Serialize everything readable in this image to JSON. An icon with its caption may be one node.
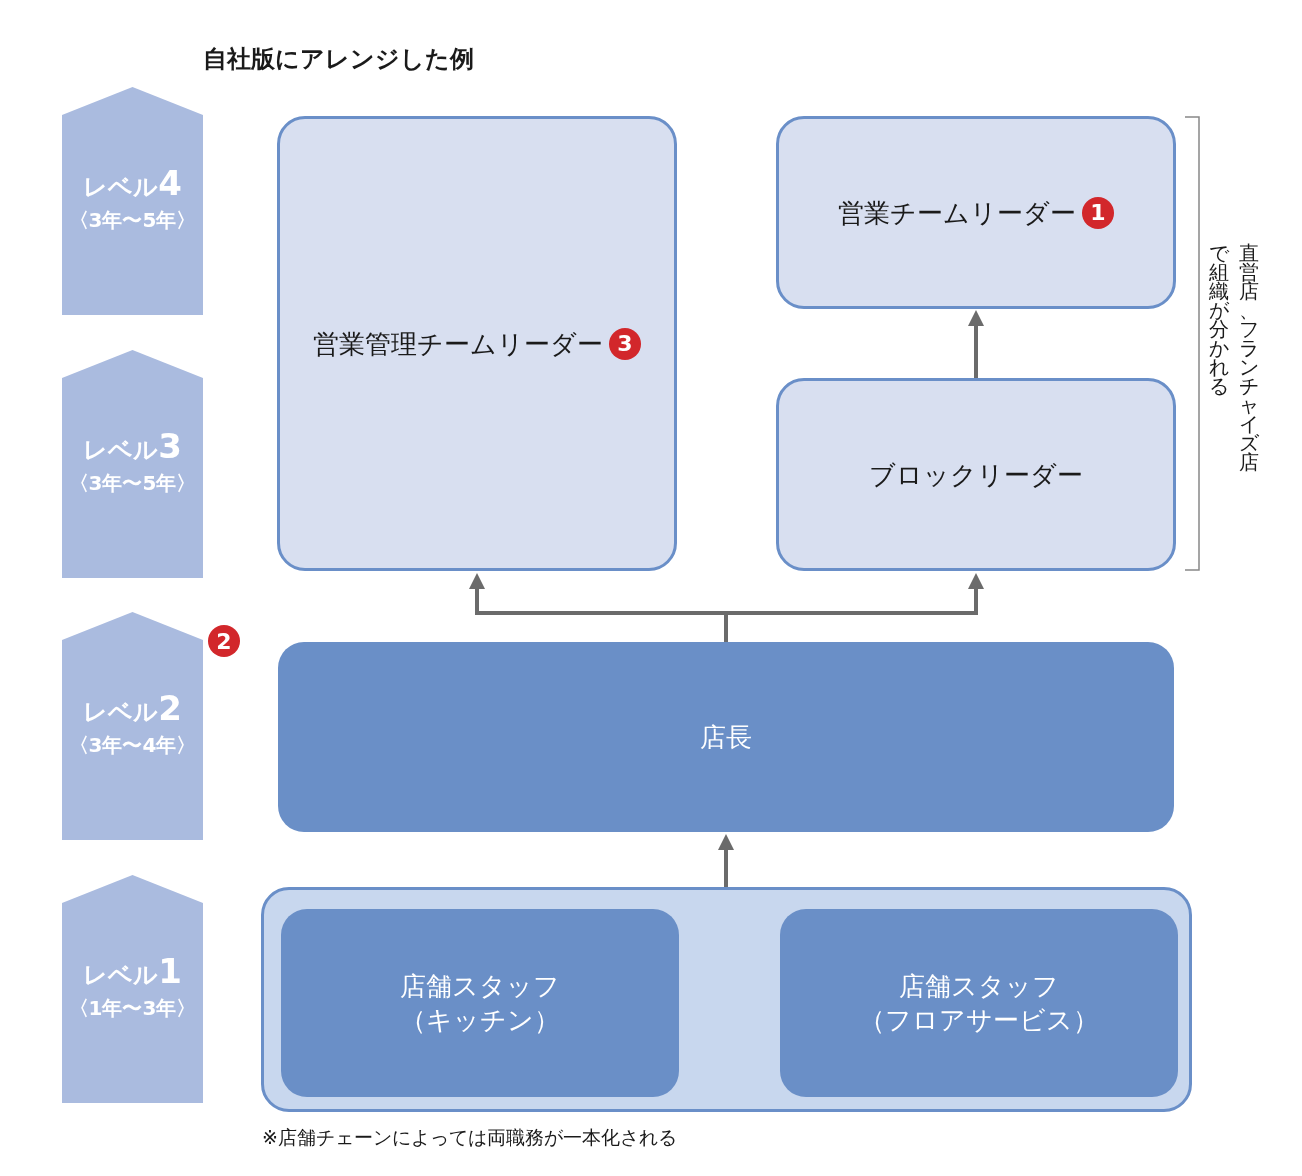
{
  "diagram": {
    "title": "自社版にアレンジした例",
    "caption": "※店舗チェーンによっては両職務が一本化される",
    "nodes": [
      {
        "text": [
          "レベル**4**",
          "〈3年〜5年〉"
        ]
      },
      {
        "text": [
          "レベル**3**",
          "〈3年〜5年〉"
        ]
      },
      {
        "text": [
          "レベル**2**",
          "〈3年〜4年〉"
        ],
        "beside": [
          "2"
        ]
      },
      {
        "text": [
          "レベル**1**",
          "〈1年〜3年〉"
        ]
      },
      {
        "text": [
          "営業管理チームリーダー",
          "3"
        ]
      },
      {
        "text": [
          "営業チームリーダー",
          "1"
        ]
      },
      {
        "text": [
          "ブロックリーダー"
        ]
      },
      {
        "text": [
          "店長"
        ]
      },
      {
        "text": [],
        "shape": "box"
      },
      {
        "text": [
          "店舗スタッフ（キッチン）"
        ],
        "in": 8
      },
      {
        "text": [
          "店舗スタッフ（フロアサービス）"
        ],
        "in": 8
      }
    ],
    "edges": [
      {
        "from": 6,
        "to": 5,
        "arrow": "to"
      },
      {
        "from": 7,
        "to": 4,
        "arrow": "to"
      },
      {
        "from": 7,
        "to": 6,
        "arrow": "to"
      },
      {
        "from": 8,
        "to": 7,
        "arrow": "to"
      }
    ],
    "labels": [
      "直営店、フランチャイズ店で組織が分かれる"
    ]
  }
}
